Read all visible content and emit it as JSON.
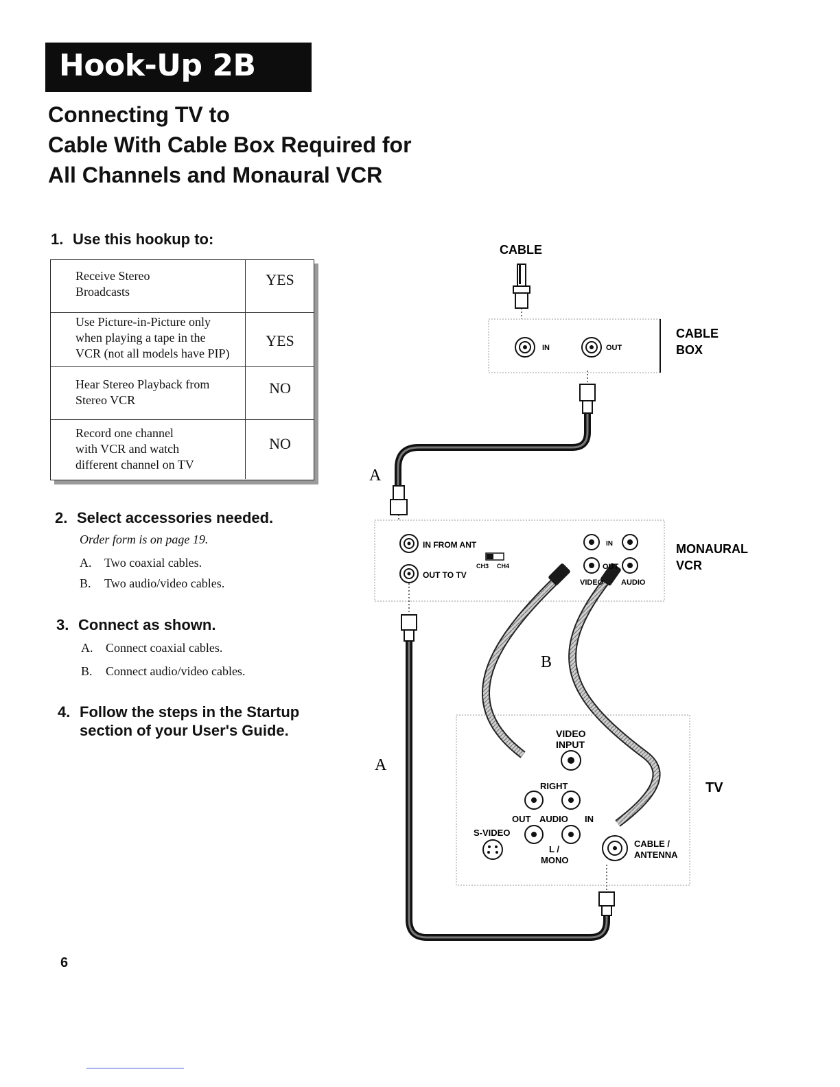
{
  "banner": {
    "title": "Hook-Up 2B"
  },
  "title_lines": [
    "Connecting TV to",
    "Cable With Cable Box Required for",
    "All Channels and Monaural VCR"
  ],
  "steps": {
    "s1": {
      "num": "1.",
      "text": "Use this hookup to:"
    },
    "s2": {
      "num": "2.",
      "text": "Select accessories needed."
    },
    "s3": {
      "num": "3.",
      "text": "Connect as shown."
    },
    "s4": {
      "num": "4.",
      "line1": "Follow the steps in the Startup",
      "line2": "section of your User's Guide."
    }
  },
  "uses_table": [
    {
      "lines": [
        "Receive Stereo",
        "Broadcasts"
      ],
      "value": "YES"
    },
    {
      "lines": [
        "Use Picture-in-Picture only",
        "when playing a tape in the",
        "VCR (not all models have PIP)"
      ],
      "value": "YES"
    },
    {
      "lines": [
        "Hear Stereo Playback from",
        "Stereo VCR"
      ],
      "value": "NO"
    },
    {
      "lines": [
        "Record one channel",
        "with VCR and watch",
        "different channel on TV"
      ],
      "value": "NO"
    }
  ],
  "order_note": "Order form is on page 19.",
  "accessories": [
    {
      "letter": "A.",
      "text": "Two coaxial cables."
    },
    {
      "letter": "B.",
      "text": "Two audio/video cables."
    }
  ],
  "connect": [
    {
      "letter": "A.",
      "text": "Connect coaxial cables."
    },
    {
      "letter": "B.",
      "text": "Connect audio/video cables."
    }
  ],
  "page_number": "6",
  "diagram": {
    "cable": "CABLE",
    "cable_box_1": "CABLE",
    "cable_box_2": "BOX",
    "in": "IN",
    "out": "OUT",
    "cable_letter_a": "A",
    "cable_letter_b": "B",
    "vcr_1": "MONAURAL",
    "vcr_2": "VCR",
    "in_from_ant": "IN FROM ANT",
    "out_to_tv": "OUT TO TV",
    "ch3": "CH3",
    "ch4": "CH4",
    "vcr_in": "IN",
    "vcr_out": "OUT",
    "video": "VIDEO",
    "audio": "AUDIO",
    "tv": "TV",
    "video_input_1": "VIDEO",
    "video_input_2": "INPUT",
    "right": "RIGHT",
    "tv_out": "OUT",
    "tv_audio": "AUDIO",
    "tv_in": "IN",
    "svideo": "S-VIDEO",
    "l": "L /",
    "mono": "MONO",
    "cable_ant_1": "CABLE /",
    "cable_ant_2": "ANTENNA"
  }
}
